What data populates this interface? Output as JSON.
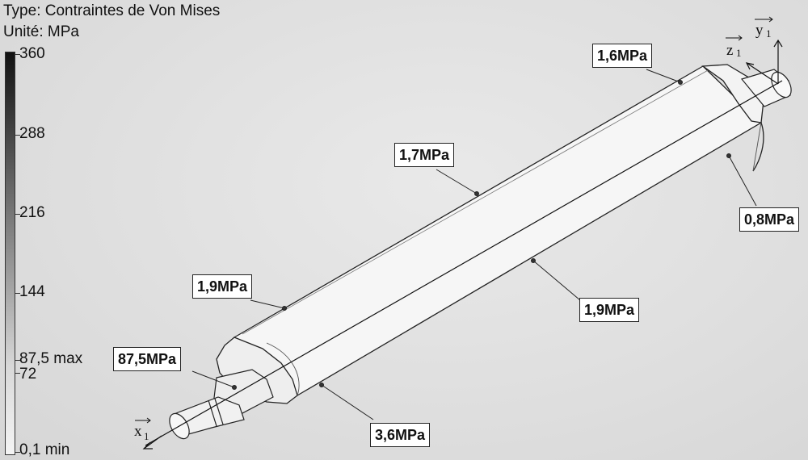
{
  "legend": {
    "type_label": "Type: Contraintes de Von Mises",
    "unit_label": "Unité: MPa",
    "ticks": [
      "360",
      "288",
      "216",
      "144",
      "87,5 max",
      "72",
      "0,1 min"
    ]
  },
  "callouts": {
    "c1": "1,6MPa",
    "c2": "1,7MPa",
    "c3": "0,8MPa",
    "c4": "1,9MPa",
    "c5": "1,9MPa",
    "c6": "87,5MPa",
    "c7": "3,6MPa"
  },
  "axes": {
    "x_label": "x",
    "x_sub": "1",
    "y_label": "y",
    "y_sub": "1",
    "z_label": "z",
    "z_sub": "1"
  }
}
